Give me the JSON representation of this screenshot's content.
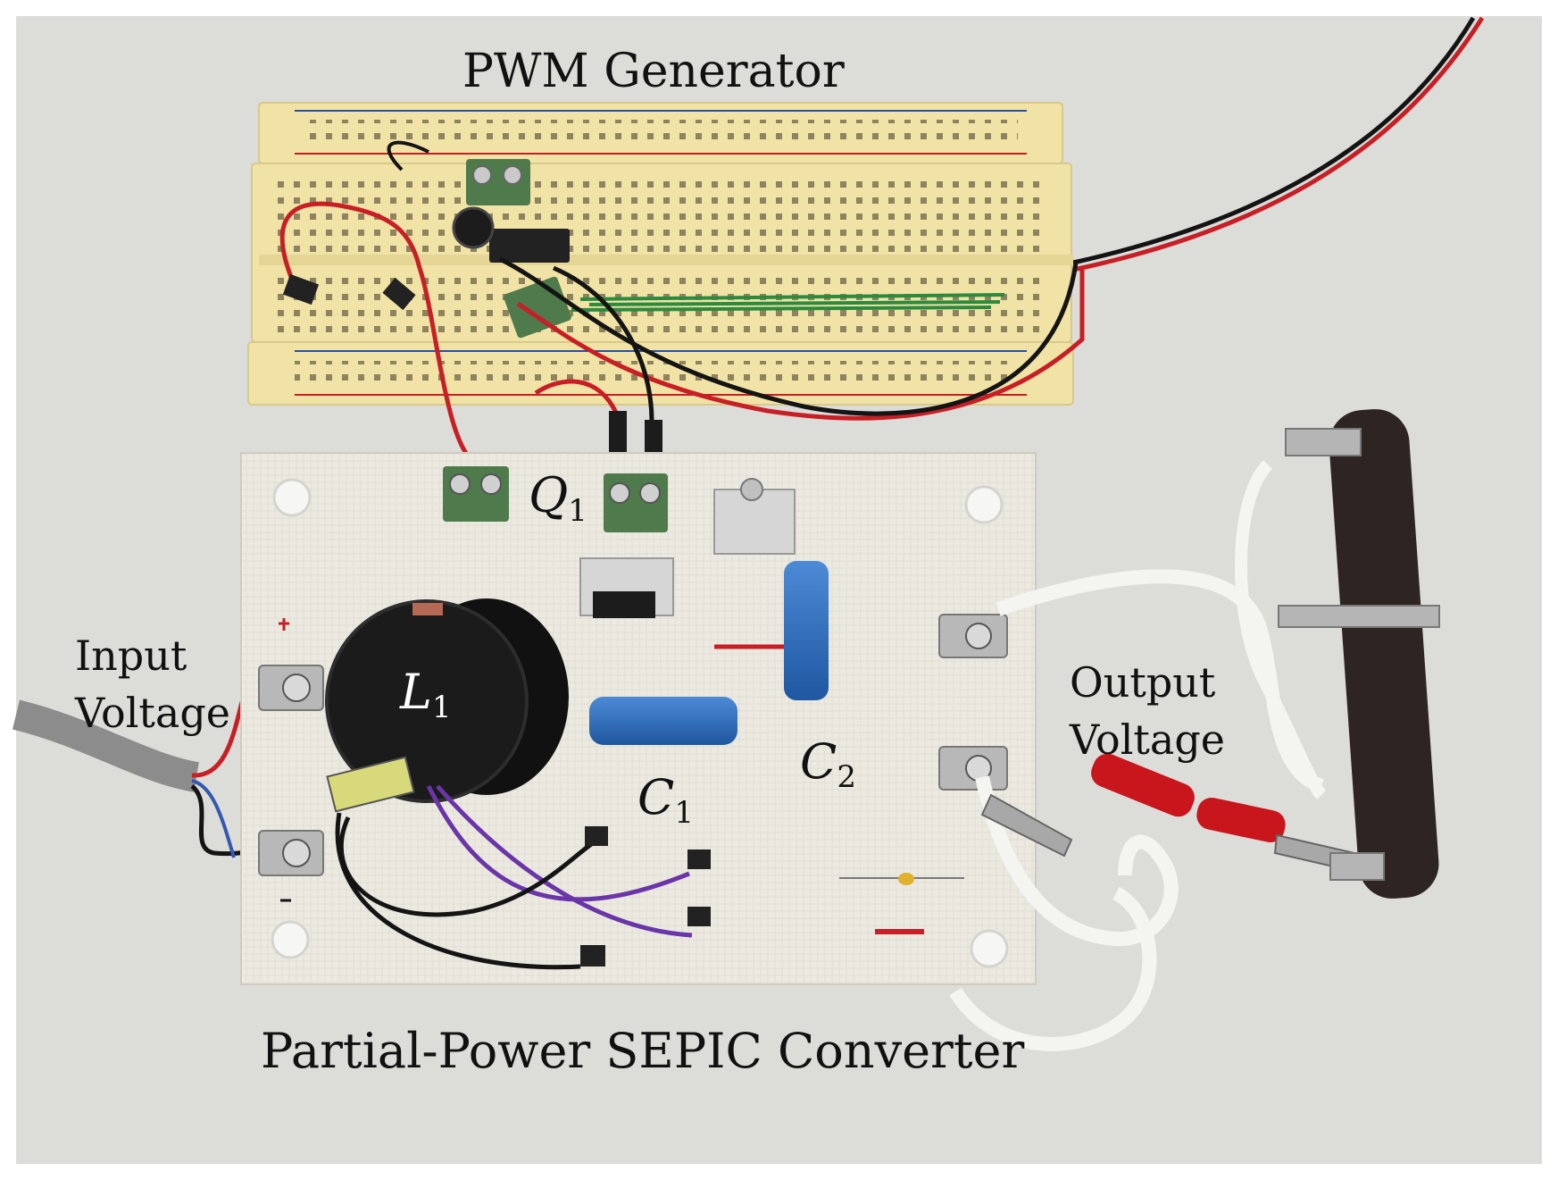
{
  "labels": {
    "pwm_generator": "PWM Generator",
    "input_voltage_line1": "Input",
    "input_voltage_line2": "Voltage",
    "output_voltage_line1": "Output",
    "output_voltage_line2": "Voltage",
    "converter_title": "Partial-Power SEPIC Converter"
  },
  "symbols": {
    "q1": {
      "base": "Q",
      "sub": "1"
    },
    "l1": {
      "base": "L",
      "sub": "1"
    },
    "c1": {
      "base": "C",
      "sub": "1"
    },
    "c2": {
      "base": "C",
      "sub": "2"
    }
  },
  "colors": {
    "background": "#dcdcd8",
    "breadboard": "#f1e3a6",
    "pcb": "#ece9e1",
    "terminal_green": "#4f7a4c",
    "capacitor_blue": "#2f6fc1",
    "inductor_black": "#1b1b1b",
    "resistor_brown": "#2e2522",
    "wire_red": "#c81e25",
    "wire_black": "#141414",
    "wire_green": "#2b8a3e",
    "wire_purple": "#6a35a8",
    "wire_white": "#f4f4f0"
  }
}
